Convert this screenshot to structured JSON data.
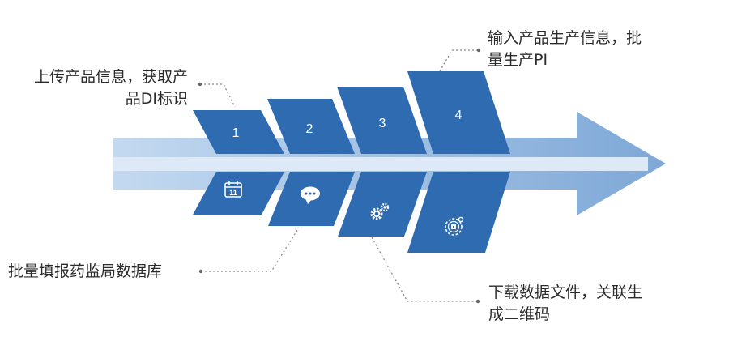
{
  "steps": [
    {
      "number": "1",
      "icon": "calendar-icon",
      "icon_text": "11"
    },
    {
      "number": "2",
      "icon": "chat-bubble-icon"
    },
    {
      "number": "3",
      "icon": "gears-icon"
    },
    {
      "number": "4",
      "icon": "qr-gear-icon"
    }
  ],
  "labels": {
    "step1": "上传产品信息，获取产\n品DI标识",
    "step2": "批量填报药监局数据库",
    "step3": "下载数据文件，关联生\n成二维码",
    "step4": "输入产品生产信息，批\n量生产PI"
  },
  "colors": {
    "block": "#2e6bb0",
    "arrow_light": "#a9c9ea",
    "arrow_dark": "#7ea8d7",
    "band": "#dde9f6",
    "leader": "#8a8a8a"
  }
}
